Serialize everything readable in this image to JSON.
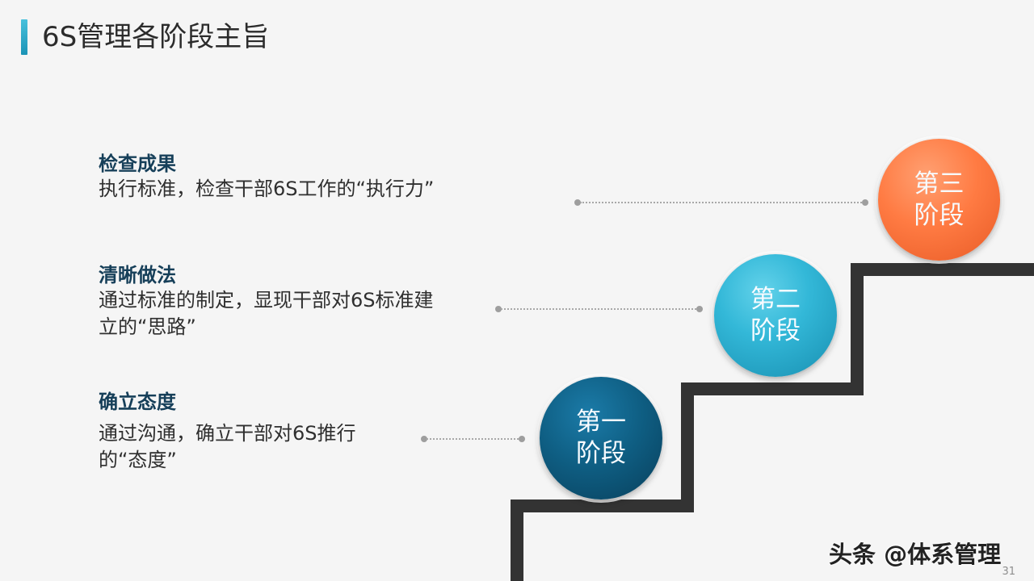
{
  "slide": {
    "title": "6S管理各阶段主旨",
    "page_number": "31",
    "watermark": "头条 @体系管理"
  },
  "stages": [
    {
      "id": "stage3",
      "heading": "检查成果",
      "lines": [
        "执行标准，检查干部6S工作的“执行力”"
      ],
      "circle_line1": "第三",
      "circle_line2": "阶段",
      "color": "#ff7a42"
    },
    {
      "id": "stage2",
      "heading": "清晰做法",
      "lines": [
        "通过标准的制定，显现干部对6S标准建",
        "立的“思路”"
      ],
      "circle_line1": "第二",
      "circle_line2": "阶段",
      "color": "#31b6d7"
    },
    {
      "id": "stage1",
      "heading": "确立态度",
      "lines": [
        "通过沟通，确立干部对6S推行",
        "的“态度”"
      ],
      "circle_line1": "第一",
      "circle_line2": "阶段",
      "color": "#0d5f86"
    }
  ]
}
